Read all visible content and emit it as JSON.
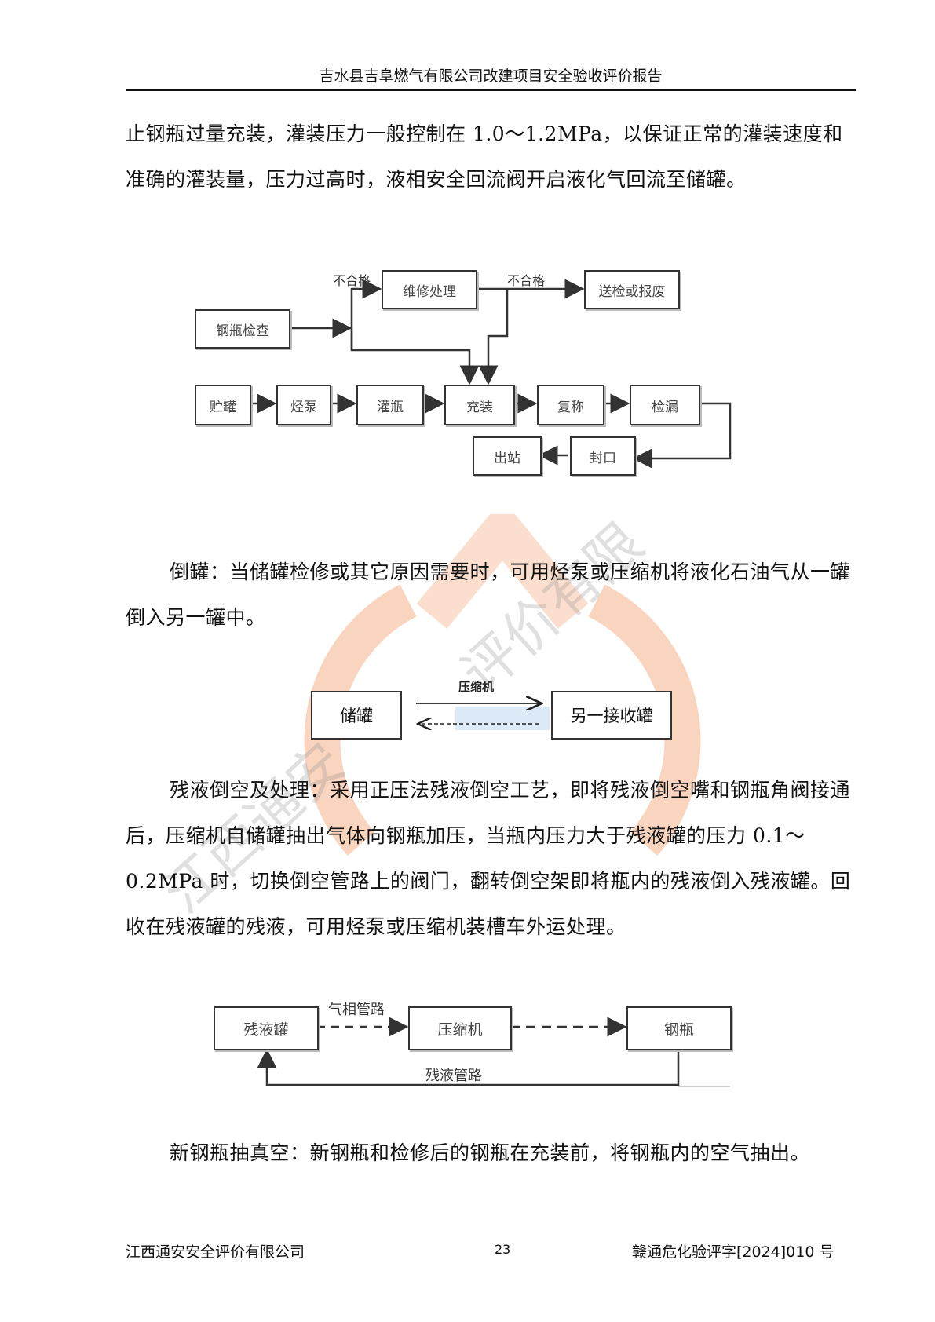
{
  "header": {
    "title": "吉水县吉阜燃气有限公司改建项目安全验收评价报告"
  },
  "paragraphs": {
    "p1": "止钢瓶过量充装，灌装压力一般控制在 1.0～1.2MPa，以保证正常的灌装速度和准确的灌装量，压力过高时，液相安全回流阀开启液化气回流至储罐。",
    "p2": "倒罐：当储罐检修或其它原因需要时，可用烃泵或压缩机将液化石油气从一罐倒入另一罐中。",
    "p3": "残液倒空及处理：采用正压法残液倒空工艺，即将残液倒空嘴和钢瓶角阀接通后，压缩机自储罐抽出气体向钢瓶加压，当瓶内压力大于残液罐的压力 0.1～0.2MPa 时，切换倒空管路上的阀门，翻转倒空架即将瓶内的残液倒入残液罐。回收在残液罐的残液，可用烃泵或压缩机装槽车外运处理。",
    "p4": "新钢瓶抽真空：新钢瓶和检修后的钢瓶在充装前，将钢瓶内的空气抽出。"
  },
  "diagram1": {
    "boxes": {
      "inspect": "钢瓶检查",
      "repair": "维修处理",
      "scrap": "送检或报废",
      "tank": "贮罐",
      "pump": "烃泵",
      "bottle": "灌瓶",
      "fill": "充装",
      "reweigh": "复称",
      "leak": "检漏",
      "seal": "封口",
      "exit": "出站"
    },
    "labels": {
      "fail1": "不合格",
      "fail2": "不合格"
    }
  },
  "diagram2": {
    "boxes": {
      "storage": "储罐",
      "other": "另一接收罐"
    },
    "labels": {
      "compressor": "压缩机"
    }
  },
  "diagram3": {
    "boxes": {
      "residue_tank": "残液罐",
      "compressor": "压缩机",
      "cylinder": "钢瓶"
    },
    "labels": {
      "gas_line": "气相管路",
      "liquid_line": "残液管路"
    }
  },
  "watermark": {
    "text1": "江西通安",
    "text2": "评价有限"
  },
  "footer": {
    "company": "江西通安安全评价有限公司",
    "page": "23",
    "doc_no": "赣通危化验评字[2024]010 号"
  }
}
